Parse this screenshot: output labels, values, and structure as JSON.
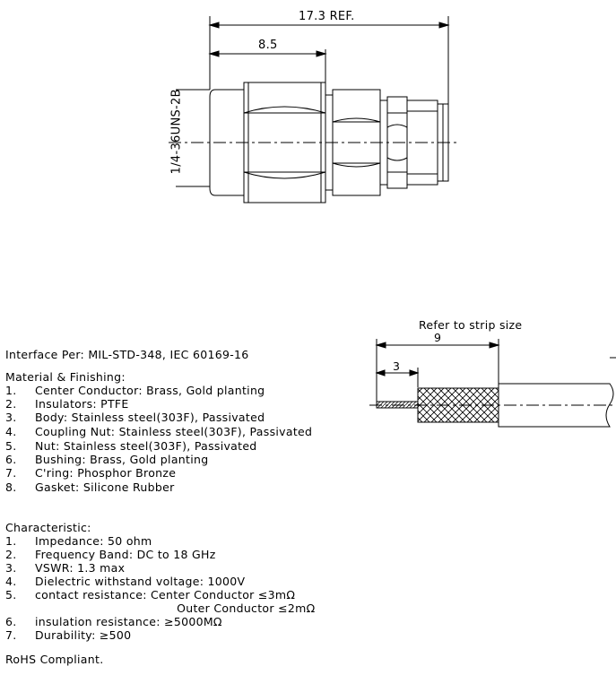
{
  "drawing": {
    "overall_dim": "17.3 REF.",
    "body_dim": "8.5",
    "thread_label": "1/4-36UNS-2B"
  },
  "strip": {
    "title": "Refer to strip size",
    "dim_outer": "9",
    "dim_inner": "3"
  },
  "specs": {
    "interface": "Interface Per: MIL-STD-348, IEC 60169-16",
    "material_heading": "Material & Finishing:",
    "materials": [
      {
        "n": "1.",
        "text": "Center Conductor: Brass, Gold planting"
      },
      {
        "n": "2.",
        "text": "Insulators: PTFE"
      },
      {
        "n": "3.",
        "text": "Body: Stainless steel(303F), Passivated"
      },
      {
        "n": "4.",
        "text": "Coupling Nut: Stainless steel(303F), Passivated"
      },
      {
        "n": "5.",
        "text": "Nut: Stainless steel(303F), Passivated"
      },
      {
        "n": "6.",
        "text": "Bushing: Brass, Gold planting"
      },
      {
        "n": "7.",
        "text": "C'ring: Phosphor Bronze"
      },
      {
        "n": "8.",
        "text": "Gasket: Silicone Rubber"
      }
    ],
    "char_heading": "Characteristic:",
    "characteristics": [
      {
        "n": "1.",
        "text": "Impedance: 50 ohm"
      },
      {
        "n": "2.",
        "text": "Frequency Band: DC to 18 GHz"
      },
      {
        "n": "3.",
        "text": "VSWR: 1.3 max"
      },
      {
        "n": "4.",
        "text": "Dielectric withstand voltage: 1000V"
      },
      {
        "n": "5.",
        "text": "contact resistance: Center Conductor ≤3mΩ"
      },
      {
        "n": "",
        "text": "                                     Outer Conductor ≤2mΩ"
      },
      {
        "n": "6.",
        "text": "insulation resistance: ≥5000MΩ"
      },
      {
        "n": "7.",
        "text": "Durability: ≥500"
      }
    ],
    "rohs": "RoHS Compliant."
  }
}
